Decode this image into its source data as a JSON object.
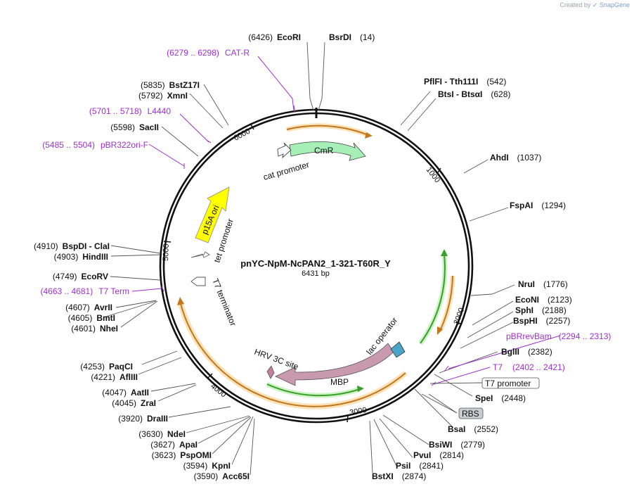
{
  "credit": {
    "created_by": "Created by",
    "brand": "SnapGene"
  },
  "plasmid": {
    "name": "pnYC-NpM-NcPAN2_1-321-T60R_Y",
    "size_label": "6431 bp"
  },
  "ticks": [
    "1000",
    "2000",
    "3000",
    "4000",
    "5000",
    "6000"
  ],
  "enzymes": [
    {
      "id": "EcoRI",
      "name": "EcoRI",
      "pos": "(6426)",
      "side": "L"
    },
    {
      "id": "BsrDI",
      "name": "BsrDI",
      "pos": "(14)",
      "side": "R"
    },
    {
      "id": "PflFI",
      "name": "PflFI - Tth111I",
      "pos": "(542)",
      "side": "R"
    },
    {
      "id": "BtsI",
      "name": "BtsI - BtsαI",
      "pos": "(628)",
      "side": "R"
    },
    {
      "id": "AhdI",
      "name": "AhdI",
      "pos": "(1037)",
      "side": "R"
    },
    {
      "id": "FspAI",
      "name": "FspAI",
      "pos": "(1294)",
      "side": "R"
    },
    {
      "id": "NruI",
      "name": "NruI",
      "pos": "(1776)",
      "side": "R"
    },
    {
      "id": "EcoNI",
      "name": "EcoNI",
      "pos": "(2123)",
      "side": "R"
    },
    {
      "id": "SphI",
      "name": "SphI",
      "pos": "(2188)",
      "side": "R"
    },
    {
      "id": "BspHI",
      "name": "BspHI",
      "pos": "(2257)",
      "side": "R"
    },
    {
      "id": "BglII",
      "name": "BglII",
      "pos": "(2382)",
      "side": "R"
    },
    {
      "id": "SpeI",
      "name": "SpeI",
      "pos": "(2448)",
      "side": "R"
    },
    {
      "id": "BsaI",
      "name": "BsaI",
      "pos": "(2552)",
      "side": "R"
    },
    {
      "id": "BsiWI",
      "name": "BsiWI",
      "pos": "(2779)",
      "side": "R"
    },
    {
      "id": "PvuI",
      "name": "PvuI",
      "pos": "(2814)",
      "side": "R"
    },
    {
      "id": "PsiI",
      "name": "PsiI",
      "pos": "(2841)",
      "side": "R"
    },
    {
      "id": "BstXI",
      "name": "BstXI",
      "pos": "(2874)",
      "side": "R"
    },
    {
      "id": "Acc65I",
      "name": "Acc65I",
      "pos": "(3590)",
      "side": "L"
    },
    {
      "id": "KpnI",
      "name": "KpnI",
      "pos": "(3594)",
      "side": "L"
    },
    {
      "id": "PspOMI",
      "name": "PspOMI",
      "pos": "(3623)",
      "side": "L"
    },
    {
      "id": "ApaI",
      "name": "ApaI",
      "pos": "(3627)",
      "side": "L"
    },
    {
      "id": "NdeI",
      "name": "NdeI",
      "pos": "(3630)",
      "side": "L"
    },
    {
      "id": "DraIII",
      "name": "DraIII",
      "pos": "(3920)",
      "side": "L"
    },
    {
      "id": "ZraI",
      "name": "ZraI",
      "pos": "(4045)",
      "side": "L"
    },
    {
      "id": "AatII",
      "name": "AatII",
      "pos": "(4047)",
      "side": "L"
    },
    {
      "id": "AflIII",
      "name": "AflIII",
      "pos": "(4221)",
      "side": "L"
    },
    {
      "id": "PaqCI",
      "name": "PaqCI",
      "pos": "(4253)",
      "side": "L"
    },
    {
      "id": "NheI",
      "name": "NheI",
      "pos": "(4601)",
      "side": "L"
    },
    {
      "id": "BmtI",
      "name": "BmtI",
      "pos": "(4605)",
      "side": "L"
    },
    {
      "id": "AvrII",
      "name": "AvrII",
      "pos": "(4607)",
      "side": "L"
    },
    {
      "id": "EcoRV",
      "name": "EcoRV",
      "pos": "(4749)",
      "side": "L"
    },
    {
      "id": "HindIII",
      "name": "HindIII",
      "pos": "(4903)",
      "side": "L"
    },
    {
      "id": "BspDI",
      "name": "BspDI - ClaI",
      "pos": "(4910)",
      "side": "L"
    },
    {
      "id": "SacII",
      "name": "SacII",
      "pos": "(5598)",
      "side": "L"
    },
    {
      "id": "XmnI",
      "name": "XmnI",
      "pos": "(5792)",
      "side": "L"
    },
    {
      "id": "BstZ17I",
      "name": "BstZ17I",
      "pos": "(5835)",
      "side": "L"
    }
  ],
  "primers": [
    {
      "id": "CATR",
      "name": "CAT-R",
      "range": "(6279 .. 6298)",
      "side": "L"
    },
    {
      "id": "L4440",
      "name": "L4440",
      "range": "(5701 .. 5718)",
      "side": "L"
    },
    {
      "id": "pBR322ori",
      "name": "pBR322ori-F",
      "range": "(5485 .. 5504)",
      "side": "L"
    },
    {
      "id": "T7Term",
      "name": "T7 Term",
      "range": "(4663 .. 4681)",
      "side": "L"
    },
    {
      "id": "pBRrevBam",
      "name": "pBRrevBam",
      "range": "(2294 .. 2313)",
      "side": "R"
    },
    {
      "id": "T7",
      "name": "T7",
      "range": "(2402 .. 2421)",
      "side": "R"
    }
  ],
  "features": {
    "cmr": "CmR",
    "cat_promoter": "cat promoter",
    "p15a_ori": "p15A ori",
    "tet_promoter": "tet promoter",
    "t7_terminator": "T7 terminator",
    "mbp": "MBP",
    "hrv_3c_site": "HRV 3C site",
    "lac_operator": "lac operator",
    "t7_promoter_box": "T7 promoter",
    "rbs_box": "RBS"
  },
  "colors": {
    "backbone": "#111111",
    "primer": "#9d2fd0",
    "cmr": "#a6f0b8",
    "p15a": "#ffff00",
    "mbp": "#c99aae",
    "orf_orange": "#c07820",
    "orf_green": "#3a9e2a"
  }
}
